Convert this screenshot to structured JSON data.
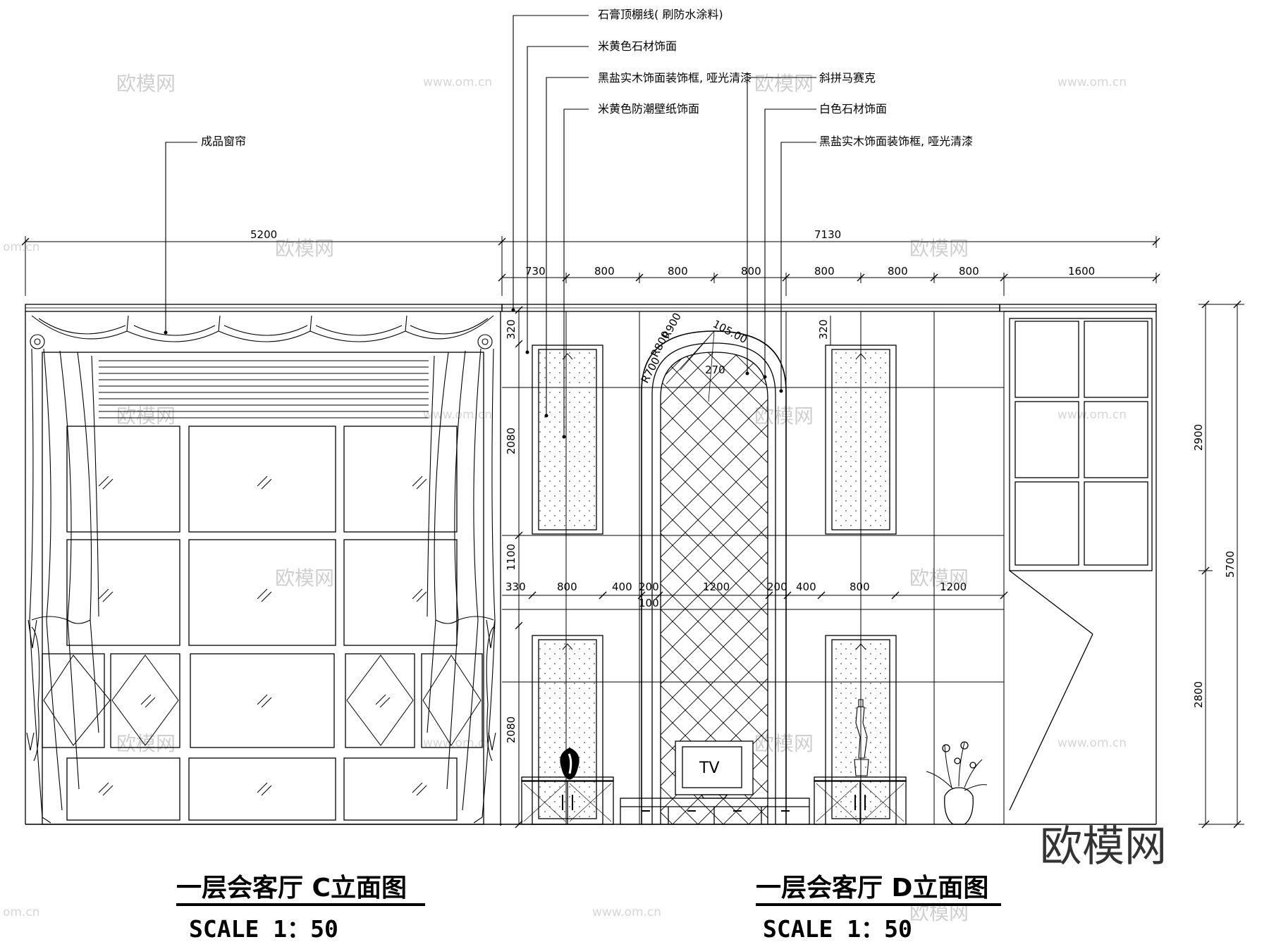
{
  "annotations": {
    "gypsum_cornice": "石膏顶棚线( 刷防水涂料)",
    "beige_stone": "米黄色石材饰面",
    "walnut_frame_left": "黑盐实木饰面装饰框, 哑光清漆",
    "beige_wallpaper": "米黄色防潮壁纸饰面",
    "mosaic": "斜拼马赛克",
    "white_stone": "白色石材饰面",
    "walnut_frame_right": "黑盐实木饰面装饰框, 哑光清漆",
    "curtain": "成品窗帘"
  },
  "dimensions": {
    "c_total": "5200",
    "d_total": "7130",
    "top_row": [
      "730",
      "800",
      "800",
      "800",
      "800",
      "800",
      "800",
      "1600"
    ],
    "mid_row": [
      "330",
      "800",
      "400",
      "200",
      "1200",
      "200",
      "400",
      "800",
      "1200"
    ],
    "gap": "100",
    "left_heights": [
      "320",
      "2080",
      "1100",
      "2080"
    ],
    "right_cabinet_top": "320",
    "right_heights": [
      "2900",
      "2800"
    ],
    "total_height": "5700",
    "arch_radii": [
      "R900",
      "R800",
      "R700"
    ],
    "arch_angle": "105.00",
    "arch_width": "270"
  },
  "labels": {
    "tv": "TV",
    "title_c": "一层会客厅 C立面图",
    "title_d": "一层会客厅 D立面图",
    "scale_c": "SCALE 1：50",
    "scale_d": "SCALE 1：50"
  },
  "watermarks": {
    "brand": "欧模网",
    "url": "www.om.cn",
    "url_short": "om.cn"
  }
}
